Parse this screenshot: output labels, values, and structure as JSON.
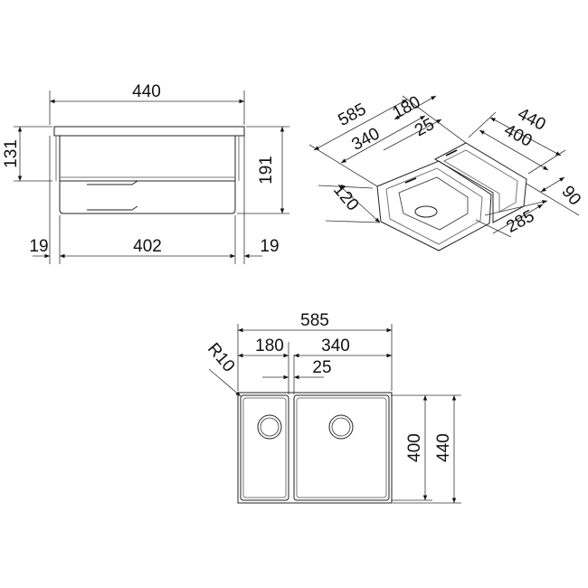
{
  "front_view": {
    "width_overall": "440",
    "height_bowl": "131",
    "height_total": "191",
    "left_flange": "19",
    "inner_width": "402",
    "right_flange": "19"
  },
  "iso_view": {
    "length_overall": "585",
    "small_bowl": "180",
    "large_bowl": "340",
    "divider": "25",
    "depth_overall": "440",
    "depth_bowl": "400",
    "height_small": "120",
    "drain_offset": "285",
    "edge_offset": "90"
  },
  "top_view": {
    "length_overall": "585",
    "small_bowl": "180",
    "large_bowl": "340",
    "divider": "25",
    "radius": "R10",
    "depth_bowl": "400",
    "depth_overall": "440"
  }
}
